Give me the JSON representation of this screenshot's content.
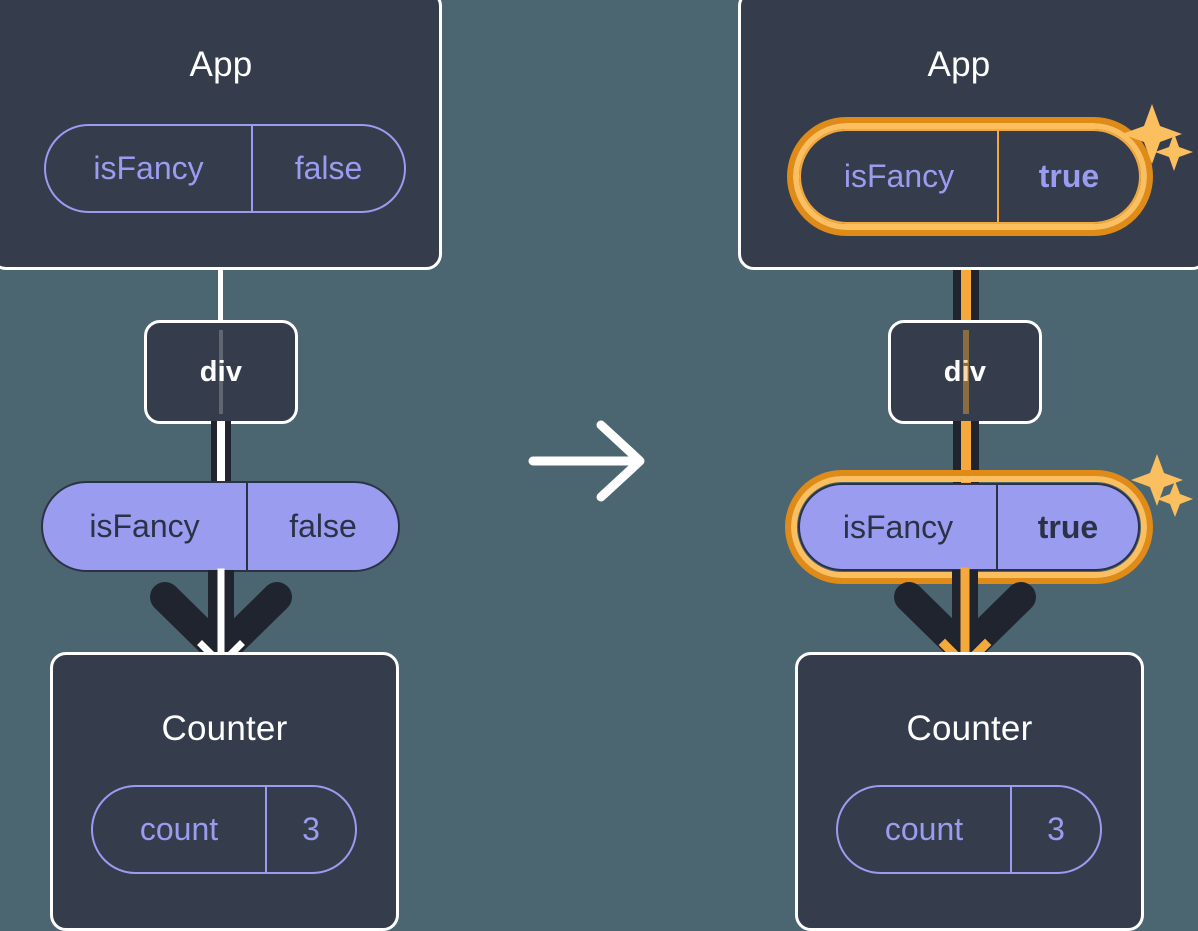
{
  "diagram": {
    "title": "React state propagation: isFancy toggled from false to true",
    "background_color": "#4b6670",
    "transition_arrow_icon": "arrow-right-icon",
    "colors": {
      "card_fill": "#353c4c",
      "card_border": "#ffffff",
      "pill_purple": "#9a9cf0",
      "pill_text_dark": "#2b3245",
      "orange_dark": "#e08b17",
      "orange_light": "#fbbf60",
      "connector_dark": "#20242f",
      "connector_orange": "#f5a83c"
    }
  },
  "before": {
    "app": {
      "title": "App",
      "state": {
        "name": "isFancy",
        "value": "false",
        "highlighted": false
      }
    },
    "div": {
      "title": "div"
    },
    "prop": {
      "name": "isFancy",
      "value": "false",
      "highlighted": false
    },
    "counter": {
      "title": "Counter",
      "state": {
        "name": "count",
        "value": "3"
      }
    },
    "arrow_icon": "arrow-down-icon"
  },
  "after": {
    "app": {
      "title": "App",
      "state": {
        "name": "isFancy",
        "value": "true",
        "highlighted": true
      },
      "sparkle_icon": "sparkles-icon"
    },
    "div": {
      "title": "div"
    },
    "prop": {
      "name": "isFancy",
      "value": "true",
      "highlighted": true,
      "sparkle_icon": "sparkles-icon"
    },
    "counter": {
      "title": "Counter",
      "state": {
        "name": "count",
        "value": "3"
      }
    },
    "arrow_icon": "arrow-down-icon"
  }
}
